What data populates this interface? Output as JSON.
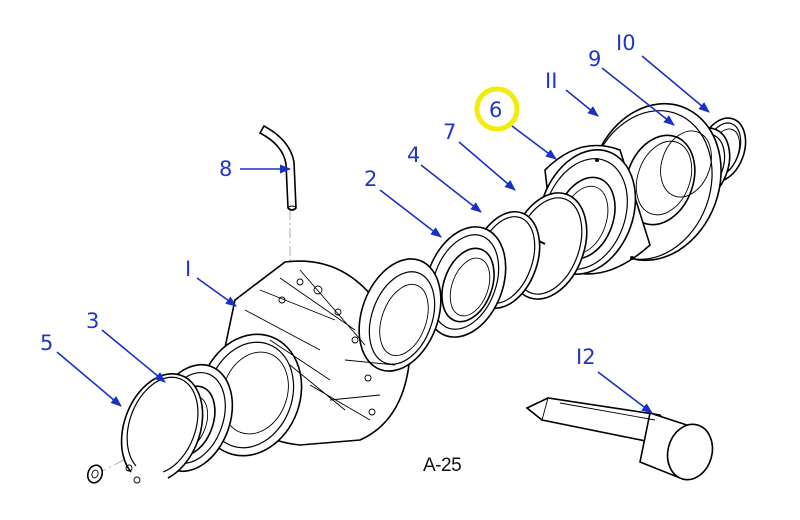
{
  "figure_label": "A-25",
  "colors": {
    "callout": "#2036c8",
    "leader": "#1830c8",
    "highlight": "#f2ec0c",
    "line_art": "#000000",
    "background": "#ffffff"
  },
  "highlighted_part": "6",
  "callouts": [
    {
      "id": "c1",
      "label": "I"
    },
    {
      "id": "c2",
      "label": "2"
    },
    {
      "id": "c3",
      "label": "3"
    },
    {
      "id": "c4",
      "label": "4"
    },
    {
      "id": "c5",
      "label": "5"
    },
    {
      "id": "c6",
      "label": "6"
    },
    {
      "id": "c7",
      "label": "7"
    },
    {
      "id": "c8",
      "label": "8"
    },
    {
      "id": "c9",
      "label": "9"
    },
    {
      "id": "c10",
      "label": "I0"
    },
    {
      "id": "c11",
      "label": "II"
    },
    {
      "id": "c12",
      "label": "I2"
    }
  ]
}
